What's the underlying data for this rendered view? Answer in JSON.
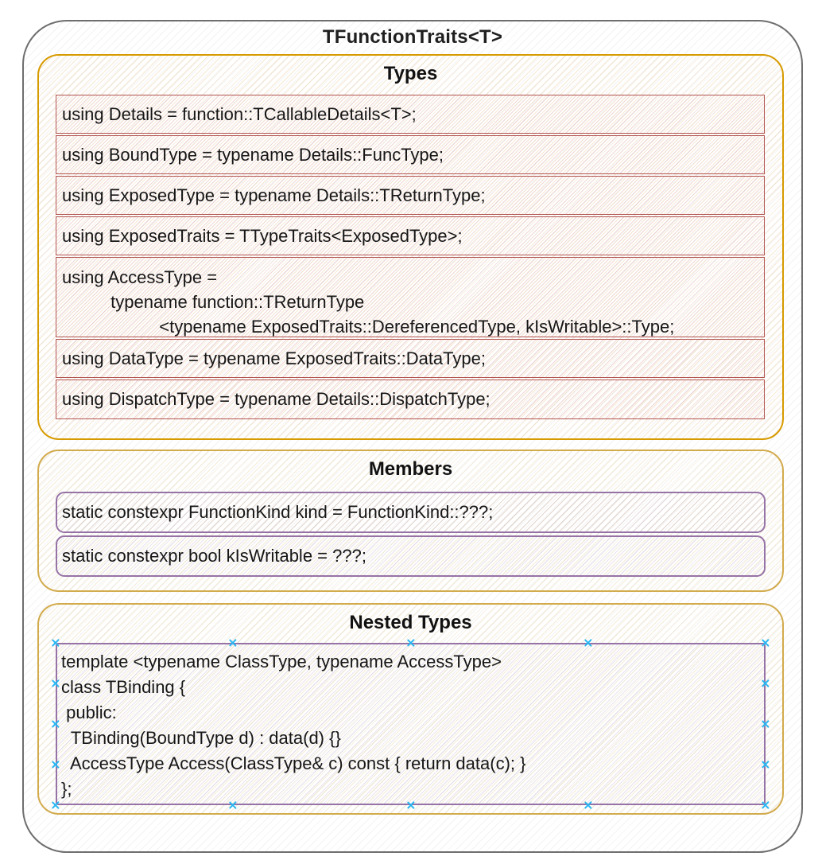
{
  "diagram": {
    "title": "TFunctionTraits<T>",
    "sections": {
      "types": {
        "title": "Types",
        "rows": [
          "using Details = function::TCallableDetails<T>;",
          "using BoundType = typename Details::FuncType;",
          "using ExposedType = typename Details::TReturnType;",
          "using ExposedTraits = TTypeTraits<ExposedType>;",
          "using AccessType =\n          typename function::TReturnType\n                    <typename ExposedTraits::DereferencedType, kIsWritable>::Type;",
          "using DataType = typename ExposedTraits::DataType;",
          "using DispatchType = typename Details::DispatchType;"
        ]
      },
      "members": {
        "title": "Members",
        "rows": [
          "static constexpr FunctionKind kind = FunctionKind::???;",
          "static constexpr bool kIsWritable = ???;"
        ]
      },
      "nested_types": {
        "title": "Nested Types",
        "code_lines": [
          "template <typename ClassType, typename AccessType>",
          "class TBinding {",
          " public:",
          "  TBinding(BoundType d) : data(d) {}",
          "  AccessType Access(ClassType& c) const { return data(c); }",
          "};"
        ]
      }
    },
    "colors": {
      "outer_border": "#6e6e6e",
      "types_border": "#d79b00",
      "types_row_border": "#b85450",
      "types_row_fill": "#f8cecc",
      "gold_section_border": "#d6b656",
      "gold_section_fill": "#fff2cc",
      "purple_row_border": "#9673a6",
      "purple_row_fill": "#e1d5e7",
      "selection_handle": "#29b6f2"
    },
    "icons": {
      "selection_handle": "x-cross-handle-icon"
    }
  }
}
